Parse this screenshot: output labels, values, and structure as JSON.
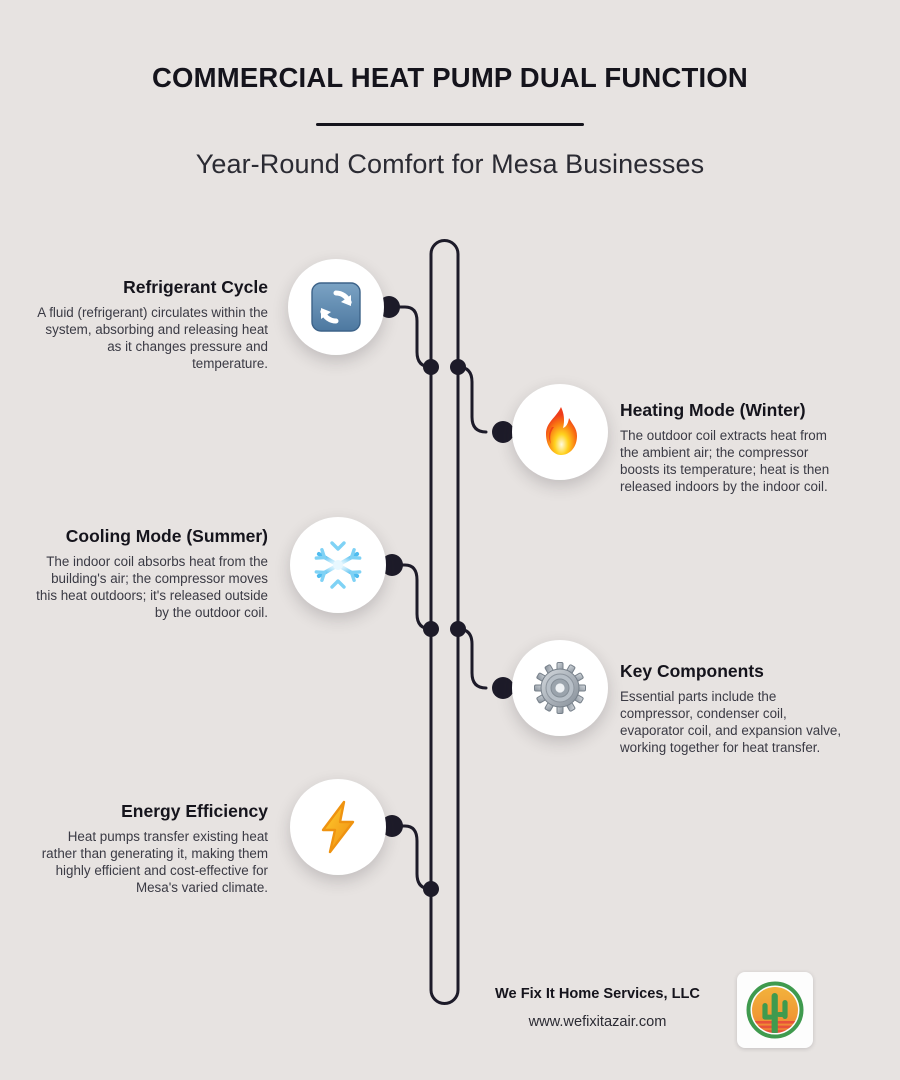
{
  "header": {
    "title": "COMMERCIAL HEAT PUMP DUAL FUNCTION",
    "subtitle": "Year-Round Comfort for Mesa Businesses"
  },
  "colors": {
    "background": "#e7e3e1",
    "ink": "#15141c",
    "body_text": "#3a3a44",
    "connector": "#1d1b29",
    "bubble": "#ffffff",
    "flame_outer": "#ef3c1a",
    "flame_inner": "#ffd21e",
    "snowflake": "#55c6f5",
    "gear": "#98a0a8",
    "bolt": "#f5a623",
    "refrigerant_tile": "#5b86ad",
    "logo_ring": "#3f9a4e",
    "logo_sun": "#f0a93c",
    "logo_cactus": "#3f9a4e",
    "logo_stripes": "#e8523a"
  },
  "steps": [
    {
      "id": "refrigerant-cycle",
      "side": "left",
      "icon": "refresh-cycle-icon",
      "title": "Refrigerant Cycle",
      "body": "A fluid (refrigerant) circulates within the system, absorbing and releasing heat as it changes pressure and temperature."
    },
    {
      "id": "heating-mode",
      "side": "right",
      "icon": "flame-icon",
      "title": "Heating Mode (Winter)",
      "body": "The outdoor coil extracts heat from the ambient air; the compressor boosts its temperature; heat is then released indoors by the indoor coil."
    },
    {
      "id": "cooling-mode",
      "side": "left",
      "icon": "snowflake-icon",
      "title": "Cooling Mode (Summer)",
      "body": "The indoor coil absorbs heat from the building's air; the compressor moves this heat outdoors; it's released outside by the outdoor coil."
    },
    {
      "id": "key-components",
      "side": "right",
      "icon": "gear-icon",
      "title": "Key Components",
      "body": "Essential parts include the compressor, condenser coil, evaporator coil, and expansion valve, working together for heat transfer."
    },
    {
      "id": "energy-efficiency",
      "side": "left",
      "icon": "lightning-bolt-icon",
      "title": "Energy Efficiency",
      "body": "Heat pumps transfer existing heat rather than generating it, making them highly efficient and cost-effective for Mesa's varied climate."
    }
  ],
  "footer": {
    "company": "We Fix It Home Services, LLC",
    "url": "www.wefixitazair.com",
    "logo_alt": "cactus-sun-logo"
  }
}
